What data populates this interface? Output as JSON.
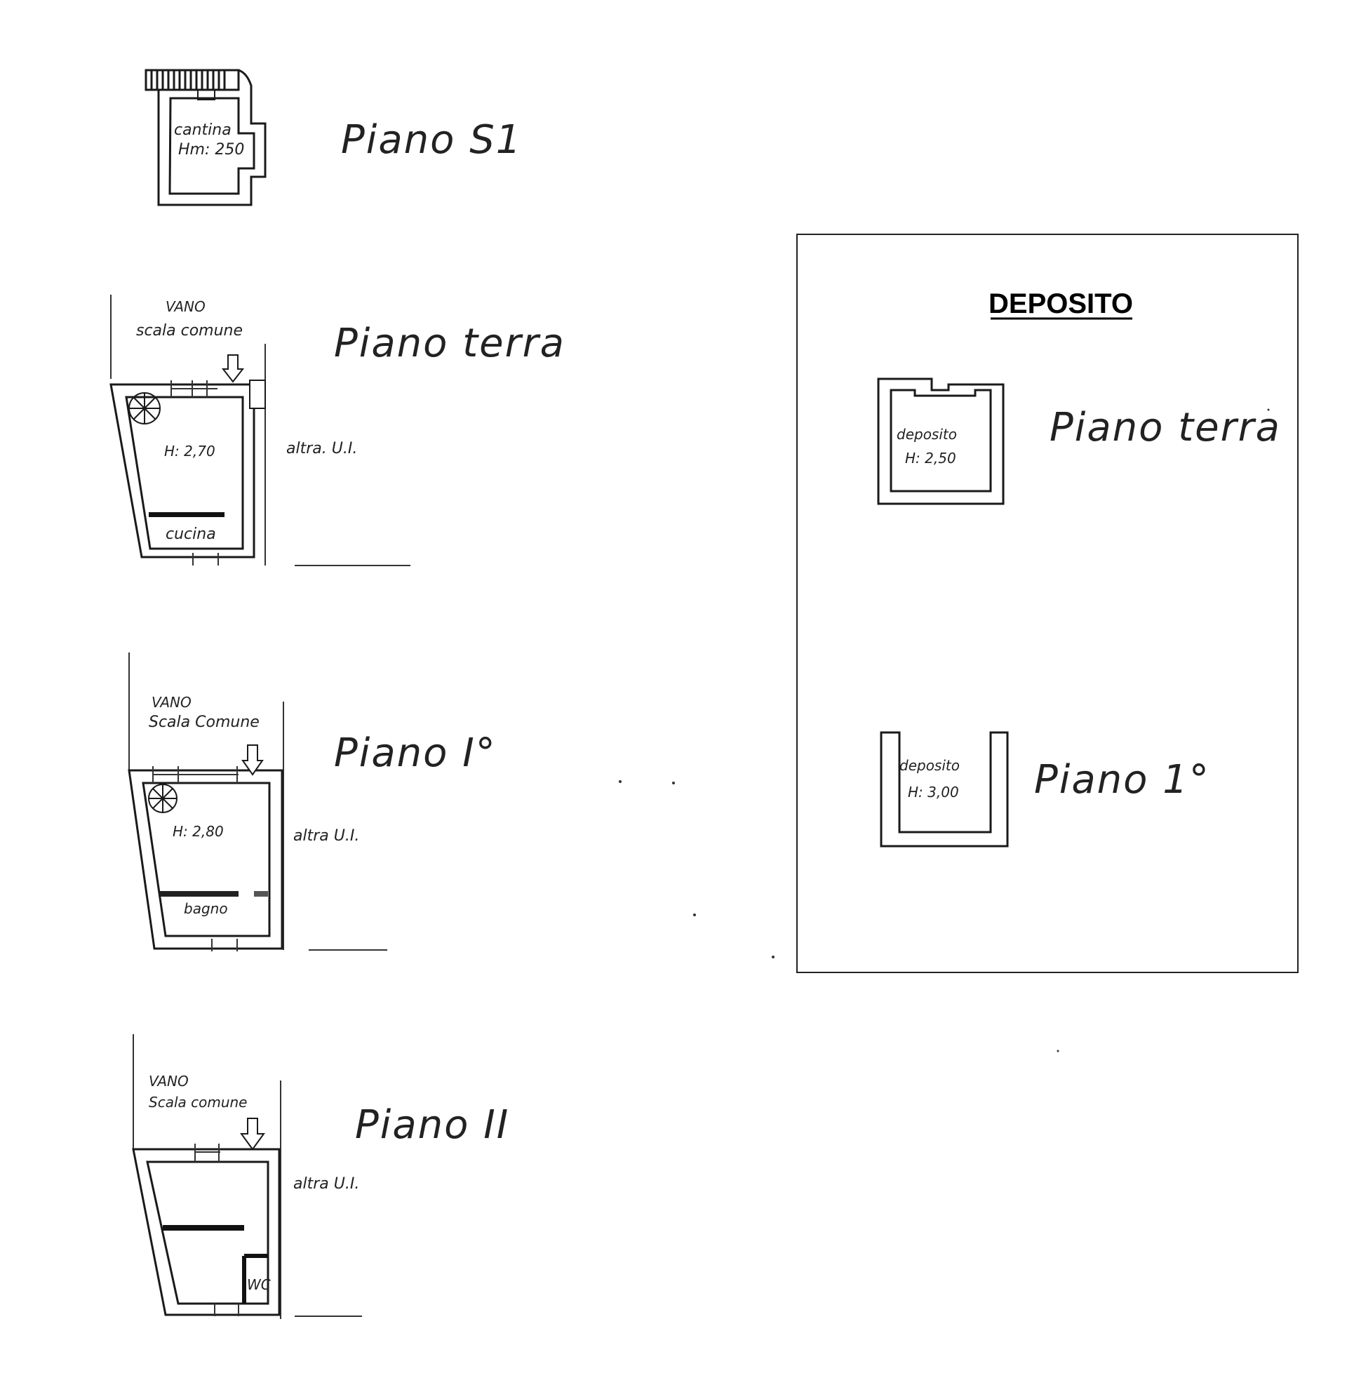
{
  "floors": {
    "s1": {
      "label": "Piano S1",
      "room": "cantina",
      "height": "Hm: 250"
    },
    "terra": {
      "label": "Piano terra",
      "stair_top": "VANO",
      "stair_bottom": "scala comune",
      "height": "H: 2,70",
      "room": "cucina",
      "neighbor": "altra. U.I."
    },
    "primo": {
      "label": "Piano I°",
      "stair_top": "VANO",
      "stair_bottom": "Scala Comune",
      "height": "H: 2,80",
      "room": "bagno",
      "neighbor": "altra U.I."
    },
    "secondo": {
      "label": "Piano II",
      "stair_top": "VANO",
      "stair_bottom": "Scala comune",
      "room": "WC",
      "neighbor": "altra U.I."
    }
  },
  "deposito": {
    "title": "DEPOSITO",
    "terra": {
      "label": "Piano terra",
      "room": "deposito",
      "height": "H: 2,50"
    },
    "primo": {
      "label": "Piano 1°",
      "room": "deposito",
      "height": "H: 3,00"
    }
  }
}
